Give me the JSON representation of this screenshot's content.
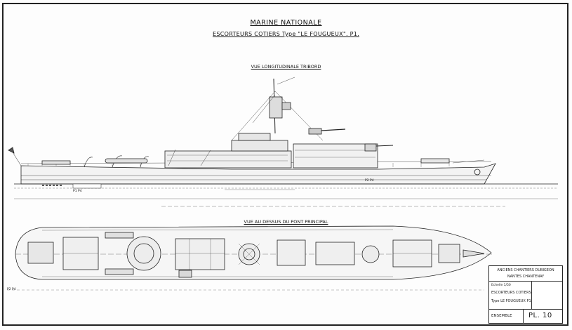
{
  "header": {
    "title": "MARINE NATIONALE",
    "subtitle": "ESCORTEURS COTIERS Type \"LE FOUGUEUX\". P1."
  },
  "views": {
    "profile_label": "VUE LONGITUDINALE TRIBORD",
    "plan_label": "VUE AU DESSUS DU PONT PRINCIPAL"
  },
  "hull_marks": {
    "bow_number": "P1 P4",
    "frame_aft": "P2 P4",
    "plan_aft": "P2 P4"
  },
  "title_block": {
    "builder_line1": "ANCIENS CHANTIERS DUBIGEON",
    "builder_line2": "NANTES CHANTENAY",
    "scale": "Echelle 1/50",
    "ship_type": "ESCORTEURS COTIERS",
    "ship_class": "Type LE FOUGUEUX  P1",
    "sheet_label": "ENSEMBLE",
    "plate_number": "PL. 10"
  },
  "colors": {
    "ink": "#1a1a1a",
    "paper": "#fdfdfd"
  }
}
